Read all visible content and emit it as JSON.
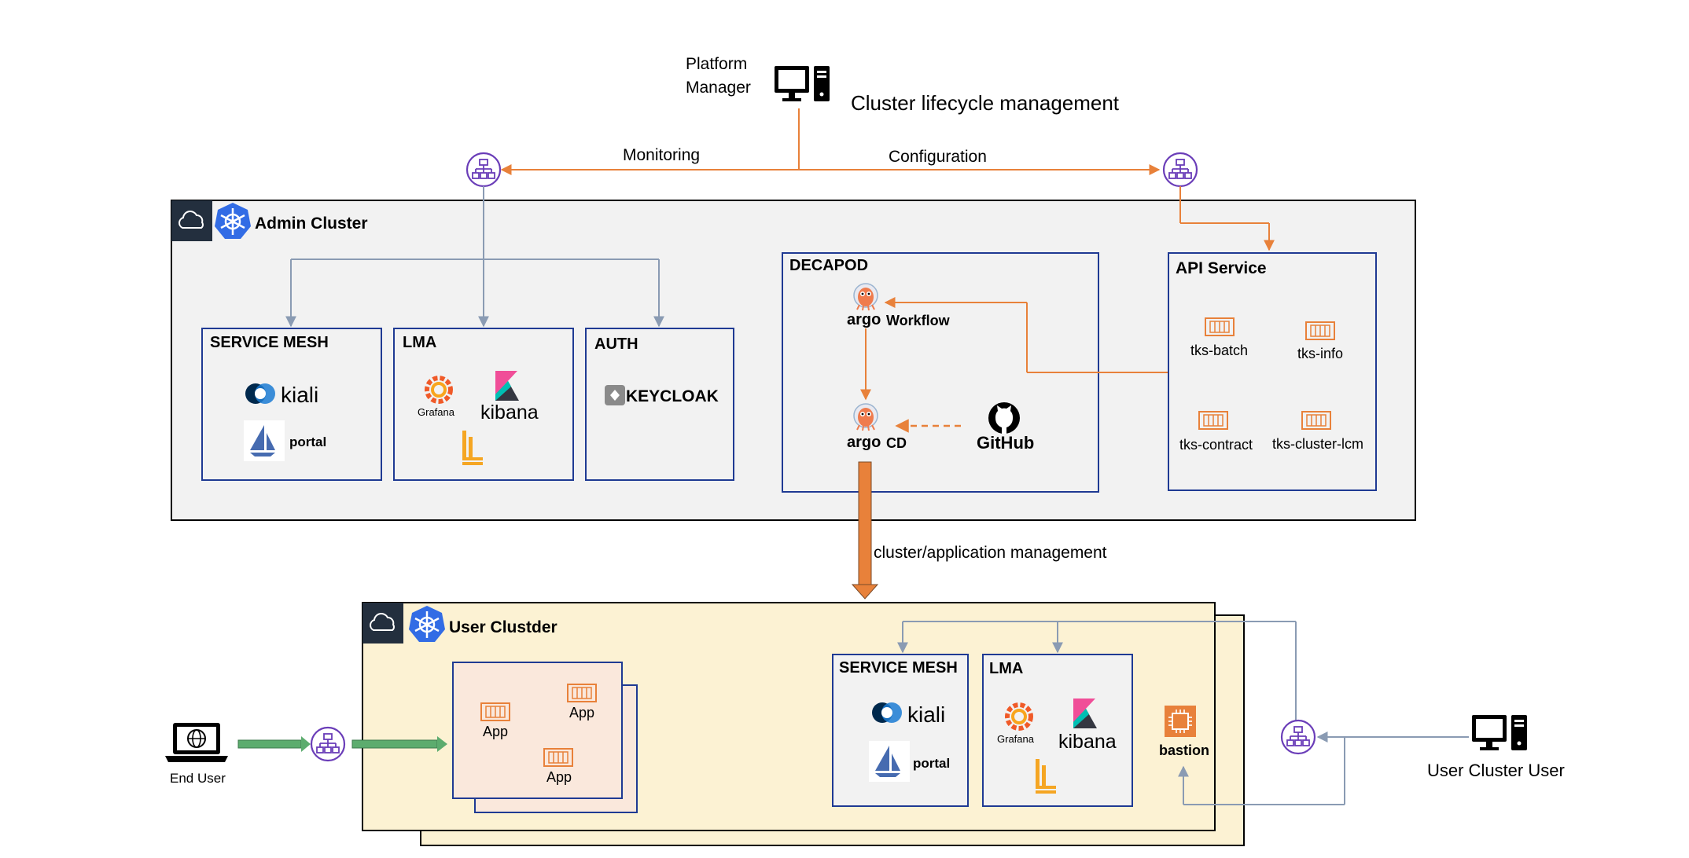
{
  "platform_manager": {
    "label_line1": "Platform",
    "label_line2": "Manager"
  },
  "title": "Cluster lifecycle management",
  "flows": {
    "monitoring": "Monitoring",
    "configuration": "Configuration",
    "cluster_app_mgmt": "cluster/application management"
  },
  "admin_cluster": {
    "label": "Admin Cluster",
    "service_mesh": {
      "title": "SERVICE MESH",
      "kiali": "kiali",
      "portal": "portal"
    },
    "lma": {
      "title": "LMA",
      "grafana": "Grafana",
      "kibana": "kibana"
    },
    "auth": {
      "title": "AUTH",
      "keycloak": "KEYCLOAK"
    },
    "decapod": {
      "title": "DECAPOD",
      "argo_workflow_brand": "argo",
      "argo_workflow_label": "Workflow",
      "argo_cd_brand": "argo",
      "argo_cd_label": "CD",
      "github": "GitHub"
    },
    "api_service": {
      "title": "API Service",
      "services": [
        "tks-batch",
        "tks-info",
        "tks-contract",
        "tks-cluster-lcm"
      ]
    }
  },
  "user_cluster": {
    "label": "User Clustder",
    "apps": [
      "App",
      "App",
      "App"
    ],
    "service_mesh": {
      "title": "SERVICE MESH",
      "kiali": "kiali",
      "portal": "portal"
    },
    "lma": {
      "title": "LMA",
      "grafana": "Grafana",
      "kibana": "kibana"
    },
    "bastion": "bastion"
  },
  "end_user": "End User",
  "user_cluster_user": "User Cluster User",
  "colors": {
    "orange": "#e8813a",
    "gray_blue": "#8a9bb3",
    "navy": "#1f3a93",
    "green": "#5cac6e",
    "purple": "#6a3db8",
    "aws_dark": "#232f3e",
    "k8s_blue": "#326ce5",
    "admin_bg": "#f2f2f2",
    "user_bg": "#fcf2d3",
    "app_bg": "#fae8dc"
  },
  "icons": [
    "desktop-computer-icon",
    "laptop-globe-icon",
    "load-balancer-icon",
    "cloud-icon",
    "kubernetes-icon",
    "kiali-icon",
    "istio-sail-icon",
    "grafana-icon",
    "kibana-icon",
    "loki-icon",
    "keycloak-icon",
    "argo-icon",
    "github-icon",
    "container-icon",
    "chip-icon"
  ]
}
